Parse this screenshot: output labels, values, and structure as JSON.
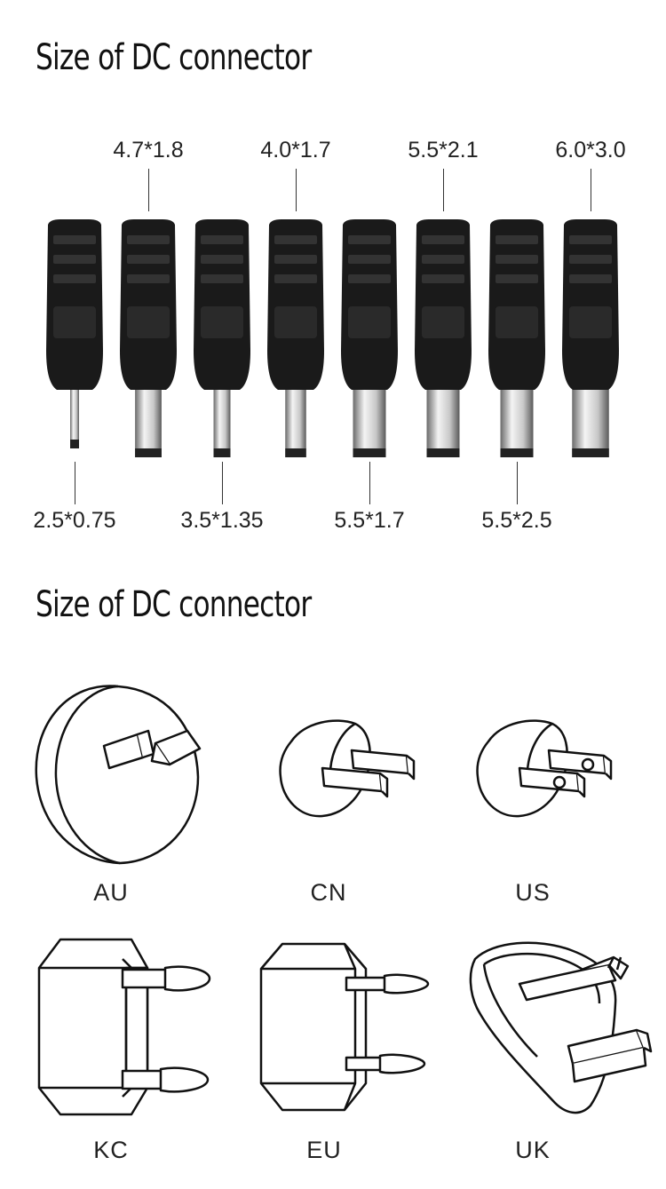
{
  "headings": {
    "connector_sizes": "Size of DC connector",
    "plug_types": "Size of DC connector"
  },
  "connectors": [
    {
      "label": "2.5*0.75",
      "label_position": "bottom",
      "pin_diameter": 2.5
    },
    {
      "label": "4.7*1.8",
      "label_position": "top",
      "pin_diameter": 4.7
    },
    {
      "label": "3.5*1.35",
      "label_position": "bottom",
      "pin_diameter": 3.5
    },
    {
      "label": "4.0*1.7",
      "label_position": "top",
      "pin_diameter": 4.0
    },
    {
      "label": "5.5*1.7",
      "label_position": "bottom",
      "pin_diameter": 5.5
    },
    {
      "label": "5.5*2.1",
      "label_position": "top",
      "pin_diameter": 5.5
    },
    {
      "label": "5.5*2.5",
      "label_position": "bottom",
      "pin_diameter": 5.5
    },
    {
      "label": "6.0*3.0",
      "label_position": "top",
      "pin_diameter": 6.0
    }
  ],
  "plugs": {
    "au": "AU",
    "cn": "CN",
    "us": "US",
    "kc": "KC",
    "eu": "EU",
    "uk": "UK"
  },
  "colors": {
    "connector_body": "#1a1a1a",
    "pin_metal": "#c8c8c8",
    "line": "#111111"
  }
}
